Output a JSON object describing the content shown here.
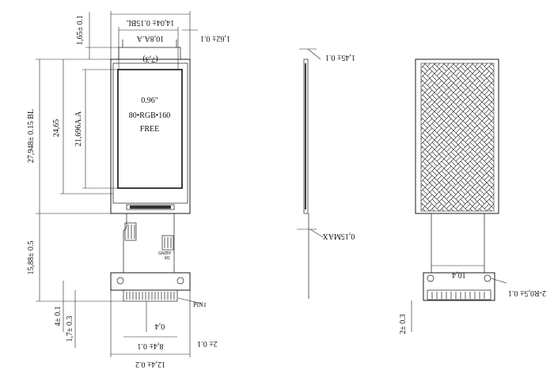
{
  "front_view": {
    "dims": {
      "top_width": "14,04± 0.15BL",
      "active_width": "10,8A.A",
      "active_center": "(7,3)",
      "right_offset": "1,62± 0.1",
      "top_offset": "1,65± 0.1",
      "total_height": "27,948± 0.15 BL",
      "glass_height": "24,65",
      "active_height": "21,696A.A",
      "fpc_length": "15,88± 0.5",
      "tail_height": "4± 0.1",
      "stiff_height": "1,7± 0.3",
      "pin_pitch": "0,4",
      "pin_span": "8,4± 0.1",
      "side_offset": "2± 0.1",
      "fpc_width": "12,4± 0.2"
    },
    "display": {
      "size": "0.96\"",
      "resolution": "80•RGB•160",
      "mode": "FREE"
    },
    "pin_label": "PIN1",
    "fpc_labels": {
      "l1": "GND",
      "l2": "TP",
      "l3": "M1"
    }
  },
  "side_view": {
    "thickness": "1,45± 0.1",
    "fpc_thickness": "0,15MAX"
  },
  "back_view": {
    "fpc_width": "10,4",
    "hole_radius": "2-R0,5± 0.1",
    "tail_height": "2± 0.3"
  }
}
